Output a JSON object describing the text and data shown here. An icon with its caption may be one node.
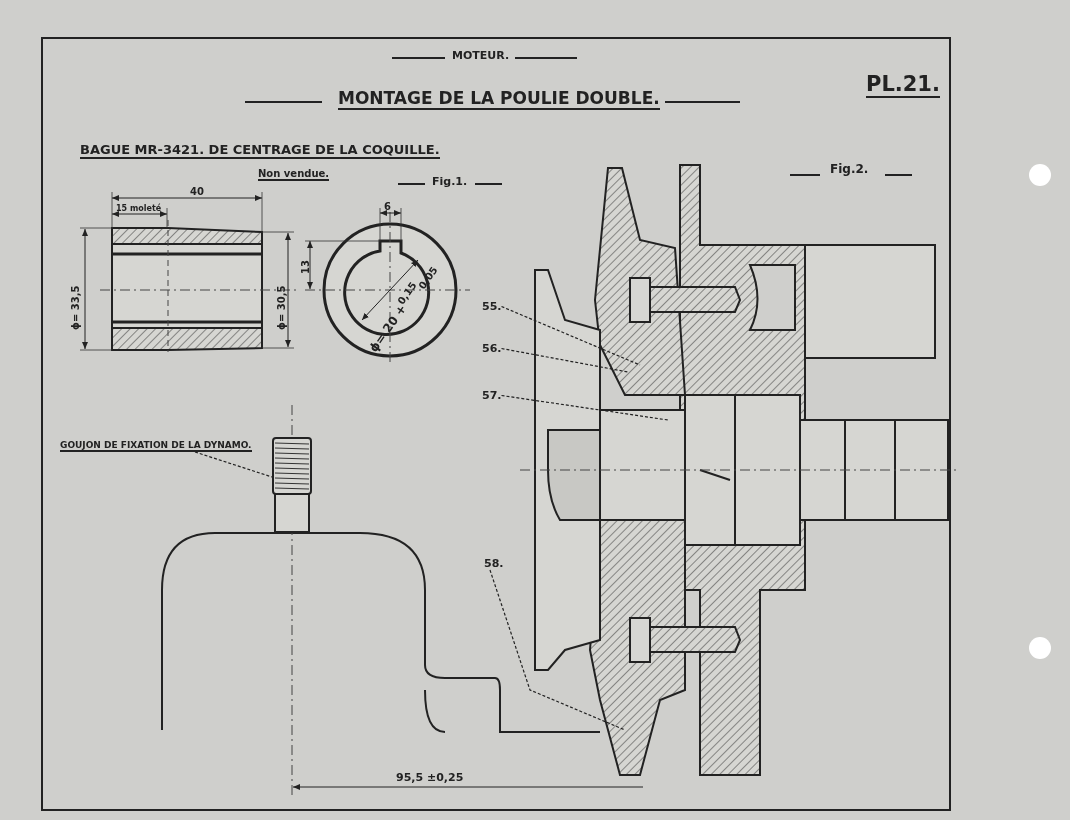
{
  "diagram": {
    "title": "MONTAGE DE LA POULIE DOUBLE.",
    "nodes": [
      {
        "text": [
          "GOUJON DE FIXATION DE LA DYNAMO."
        ]
      },
      {
        "text": [],
        "shape": "picture"
      },
      {
        "text": [
          "55."
        ]
      },
      {
        "text": [
          "56."
        ]
      },
      {
        "text": [
          "57."
        ]
      },
      {
        "text": [
          "58."
        ]
      }
    ],
    "edges": [
      {
        "from": 0,
        "to": 1,
        "arrow": "none",
        "style": "dashed"
      },
      {
        "from": 2,
        "to": null,
        "arrow": "none",
        "style": "dashed"
      },
      {
        "from": 3,
        "to": null,
        "arrow": "none",
        "style": "dashed"
      },
      {
        "from": 4,
        "to": null,
        "arrow": "none",
        "style": "dashed"
      },
      {
        "from": 5,
        "to": null,
        "arrow": "none",
        "style": "dashed"
      }
    ],
    "labels": [
      "MOTEUR.",
      "PL.21.",
      "BAGUE MR-3421. DE CENTRAGE DE LA COQUILLE.",
      "Non vendue.",
      "Fig.1.",
      "40",
      "15 moleté",
      "ϕ= 33,5",
      "ϕ= 30,5",
      "6",
      "13",
      "ϕ= 20 +$^{0,15}$$_{0,05}$",
      "Fig.2.",
      "95,5 ±0,25"
    ]
  }
}
